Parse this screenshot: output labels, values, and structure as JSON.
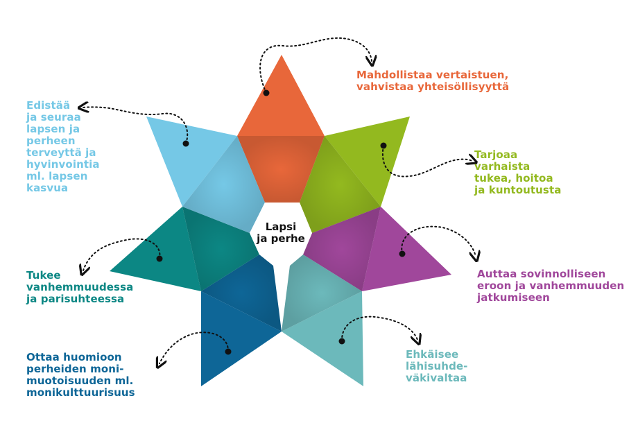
{
  "center": {
    "text": "Lapsi\nja perhe"
  },
  "segments": [
    {
      "key": "peer",
      "text": "Mahdollistaa vertaistuen,\nvahvistaa yhteisöllisyyttä",
      "color": "#E8673A"
    },
    {
      "key": "care",
      "text": "Tarjoaa\nvarhaista\ntukea, hoitoa\nja kuntoutusta",
      "color": "#93B91F"
    },
    {
      "key": "divorce",
      "text": "Auttaa sovinnolliseen\neroon ja vanhemmuuden\njatkumiseen",
      "color": "#A0479B"
    },
    {
      "key": "violence",
      "text": "Ehkäisee\nlähisuhde-\nväkivaltaa",
      "color": "#6CB9BB"
    },
    {
      "key": "diversity",
      "text": "Ottaa huomioon\nperheiden moni-\nmuotoisuuden ml.\nmonikulttuurisuus",
      "color": "#0E6697"
    },
    {
      "key": "parenting",
      "text": "Tukee\nvanhemmuudessa\nja parisuhteessa",
      "color": "#0C8784"
    },
    {
      "key": "health",
      "text": "Edistää\nja seuraa\nlapsen ja\nperheen\nterveyttä ja\nhyvinvointia\nml. lapsen\nkasvua",
      "color": "#75C8E6"
    }
  ]
}
